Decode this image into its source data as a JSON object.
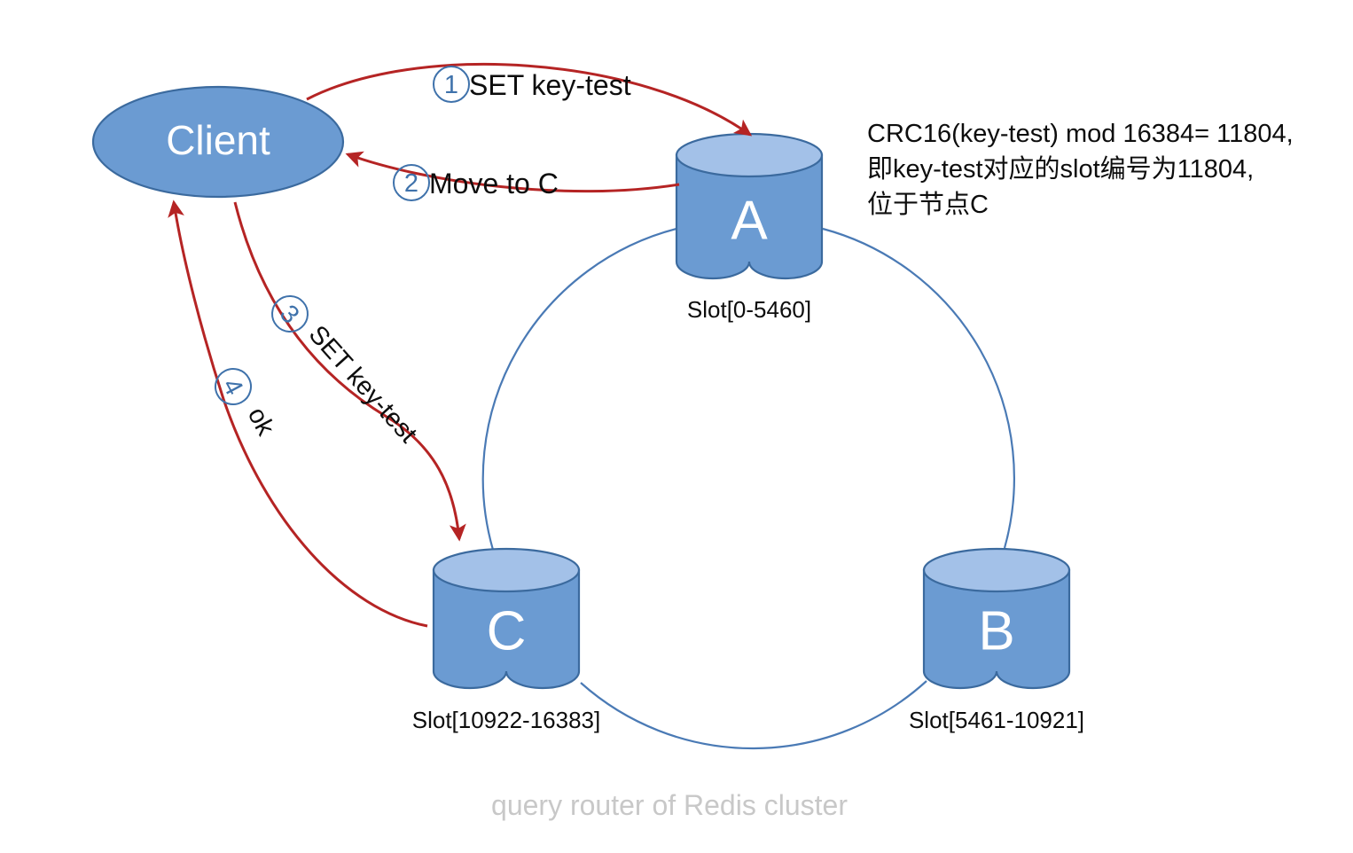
{
  "diagram": {
    "caption": "query router of Redis cluster",
    "colors": {
      "node_fill": "#6b9bd2",
      "node_top_fill": "#a3c1e8",
      "node_stroke": "#3b6a9e",
      "arrow_red": "#b52424",
      "badge_blue": "#3f72ab",
      "ring_blue": "#4a7ab5",
      "caption_gray": "#c8c8c8",
      "text_black": "#0d0d0d"
    },
    "client": {
      "label": "Client"
    },
    "nodes": [
      {
        "id": "A",
        "letter": "A",
        "slot_label": "Slot[0-5460]"
      },
      {
        "id": "B",
        "letter": "B",
        "slot_label": "Slot[5461-10921]"
      },
      {
        "id": "C",
        "letter": "C",
        "slot_label": "Slot[10922-16383]"
      }
    ],
    "steps": [
      {
        "number": "1",
        "label": "SET key-test",
        "from": "Client",
        "to": "A"
      },
      {
        "number": "2",
        "label": "Move to C",
        "from": "A",
        "to": "Client"
      },
      {
        "number": "3",
        "label": "SET key-test",
        "from": "Client",
        "to": "C"
      },
      {
        "number": "4",
        "label": "ok",
        "from": "C",
        "to": "Client"
      }
    ],
    "note": {
      "line1": "CRC16(key-test) mod 16384= 11804,",
      "line2": "即key-test对应的slot编号为11804,",
      "line3": "位于节点C"
    }
  }
}
